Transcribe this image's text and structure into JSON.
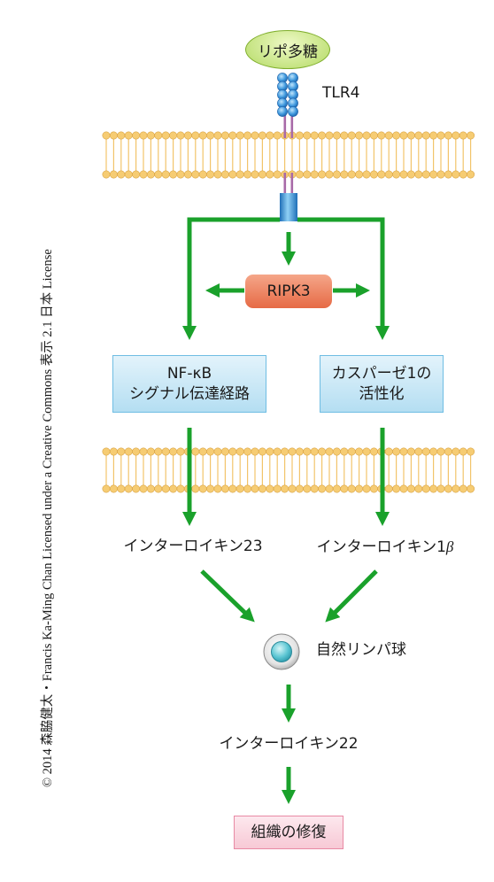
{
  "colors": {
    "arrow": "#1aa12b",
    "membrane_head": "#f6cc73",
    "receptor_blue": "#2f8fd8",
    "receptor_stalk": "#a86aa8",
    "blue_box": "#b4def2",
    "ripk3_box": "#e66a45",
    "repair_box": "#f7c9d5",
    "lps_oval": "#b3da63",
    "cell_nucleus": "#3fb3c6"
  },
  "icons": {
    "membrane": "lipid-bilayer",
    "receptor": "tlr4-receptor",
    "cell": "innate-lymphoid-cell"
  },
  "credit": "© 2014 森脇健太・Francis Ka-Ming Chan Licensed under a Creative Commons 表示 2.1 日本 License",
  "nodes": {
    "lps": "リポ多糖",
    "tlr4": "TLR4",
    "ripk3": "RIPK3",
    "nfkb_line1": "NF-κB",
    "nfkb_line2": "シグナル伝達経路",
    "caspase_line1": "カスパーゼ1の",
    "caspase_line2": "活性化",
    "il23": "インターロイキン23",
    "il1b_text": "インターロイキン1",
    "il1b_symbol": "β",
    "ilc": "自然リンパ球",
    "il22": "インターロイキン22",
    "repair": "組織の修復"
  }
}
